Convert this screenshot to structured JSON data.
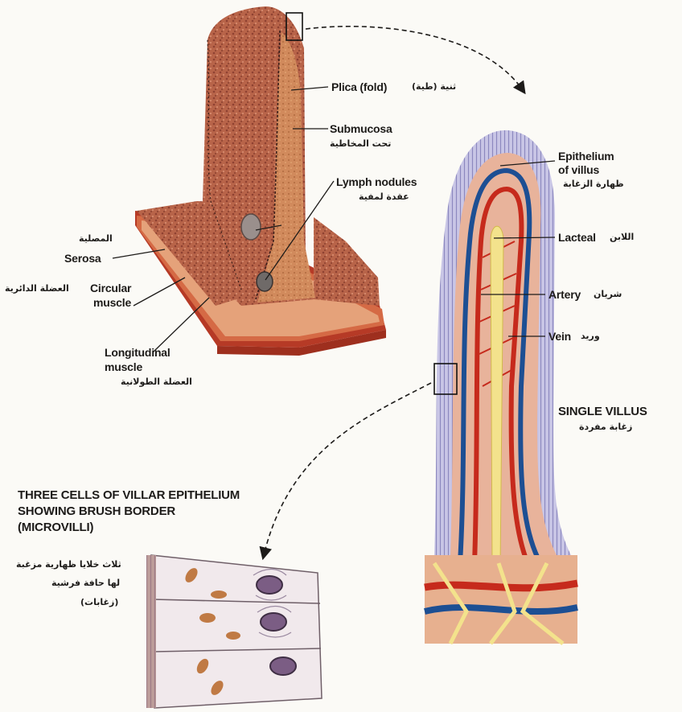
{
  "labels": {
    "plica": "Plica (fold)",
    "plica_ar": "ثنية (طية)",
    "submucosa": "Submucosa",
    "submucosa_ar": "تحت المخاطية",
    "lymph": "Lymph nodules",
    "lymph_ar": "عقدة لمفية",
    "serosa_ar": "المصلية",
    "serosa": "Serosa",
    "circular_ar": "العضلة الدائرية",
    "circular_1": "Circular",
    "circular_2": "muscle",
    "longitudinal_1": "Longitudinal",
    "longitudinal_2": "muscle",
    "longitudinal_ar": "العضلة الطولانية",
    "epithelium_1": "Epithelium",
    "epithelium_2": "of villus",
    "epithelium_ar": "ظهارة الزغابة",
    "lacteal": "Lacteal",
    "lacteal_ar": "اللابن",
    "artery": "Artery",
    "artery_ar": "شريان",
    "vein": "Vein",
    "vein_ar": "وريد",
    "single_villus": "SINGLE VILLUS",
    "single_villus_ar": "زغابة مفردة",
    "cells_1": "THREE CELLS OF VILLAR EPITHELIUM",
    "cells_2": "SHOWING BRUSH BORDER",
    "cells_3": "(MICROVILLI)",
    "cells_ar_1": "ثلاث خلايا ظهارية مزغبة",
    "cells_ar_2": "لها حافة فرشية",
    "cells_ar_3": "(زغابات)"
  },
  "colors": {
    "mucosa": "#b9654a",
    "muscle": "#c4432a",
    "submucosa_tissue": "#d99360",
    "epithelium": "#b9b5dc",
    "artery": "#c62a1c",
    "vein": "#1d4f93",
    "lacteal": "#f3e28c",
    "cell_fill": "#f1e9ec",
    "nucleus": "#7b5d84"
  }
}
